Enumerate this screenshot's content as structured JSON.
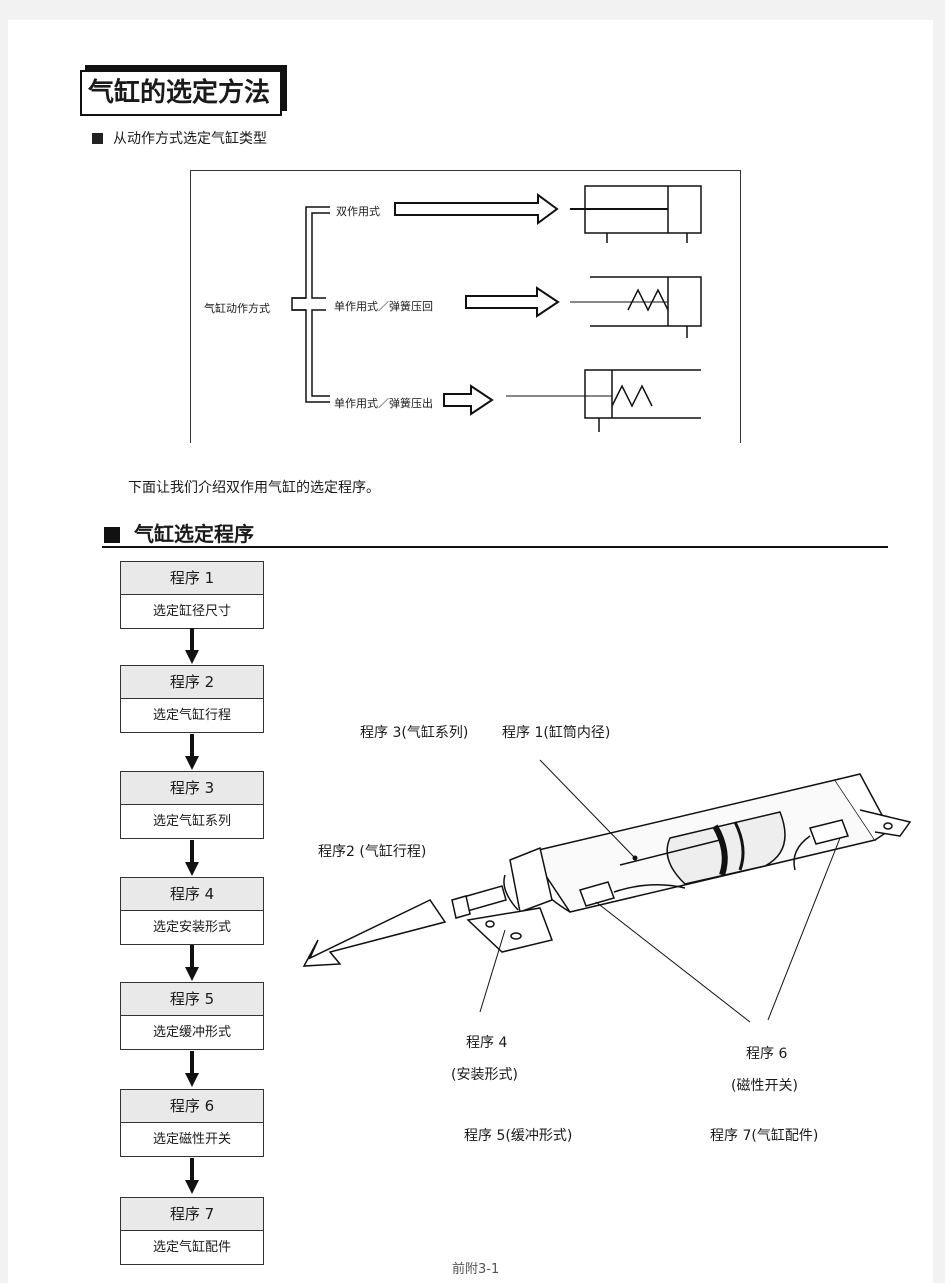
{
  "page_title": "气缸的选定方法",
  "section1": {
    "title": "从动作方式选定气缸类型"
  },
  "diagram": {
    "root_label": "气缸动作方式",
    "branches": [
      {
        "label": "双作用式"
      },
      {
        "label": "单作用式／弹簧压回"
      },
      {
        "label": "单作用式／弹簧压出"
      }
    ]
  },
  "intro_text": "下面让我们介绍双作用气缸的选定程序。",
  "section2": {
    "title": "气缸选定程序"
  },
  "steps": [
    {
      "step": "程序 1",
      "desc": "选定缸径尺寸"
    },
    {
      "step": "程序 2",
      "desc": "选定气缸行程"
    },
    {
      "step": "程序 3",
      "desc": "选定气缸系列"
    },
    {
      "step": "程序 4",
      "desc": "选定安装形式"
    },
    {
      "step": "程序 5",
      "desc": "选定缓冲形式"
    },
    {
      "step": "程序 6",
      "desc": "选定磁性开关"
    },
    {
      "step": "程序 7",
      "desc": "选定气缸配件"
    }
  ],
  "callouts": {
    "c3": "程序 3(气缸系列)",
    "c1": "程序 1(缸筒内径)",
    "c2": "程序2 (气缸行程)",
    "c4a": "程序 4",
    "c4b": "(安装形式)",
    "c6a": "程序 6",
    "c6b": "(磁性开关)",
    "c5": "程序 5(缓冲形式)",
    "c7": "程序 7(气缸配件)"
  },
  "footer": "前附3-1"
}
